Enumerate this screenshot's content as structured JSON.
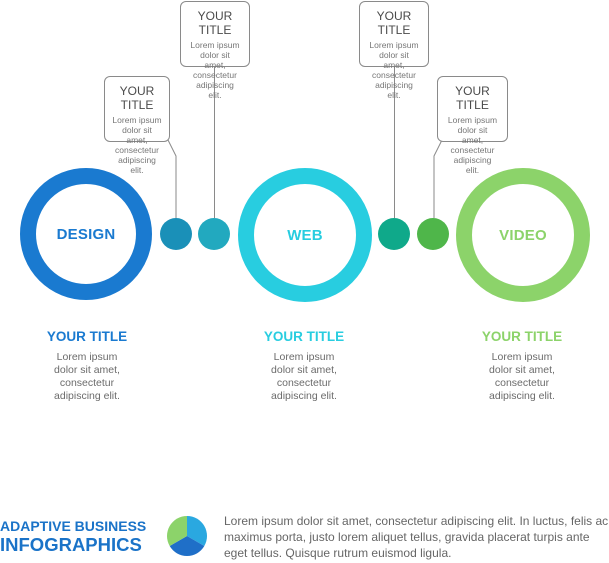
{
  "rings": [
    {
      "label": "DESIGN",
      "color": "#1a7ad0"
    },
    {
      "label": "WEB",
      "color": "#28cde0"
    },
    {
      "label": "VIDEO",
      "color": "#8cd36a"
    }
  ],
  "dot_colors": [
    "#1a90b8",
    "#22a9bf",
    "#0fa98a",
    "#4fb64a"
  ],
  "callouts": [
    {
      "title": "YOUR TITLE",
      "body": "Lorem ipsum dolor sit amet, consectetur adipiscing elit."
    },
    {
      "title": "YOUR TITLE",
      "body": "Lorem ipsum dolor sit amet, consectetur adipiscing elit."
    },
    {
      "title": "YOUR TITLE",
      "body": "Lorem ipsum dolor sit amet, consectetur adipiscing elit."
    },
    {
      "title": "YOUR TITLE",
      "body": "Lorem ipsum dolor sit amet, consectetur adipiscing elit."
    }
  ],
  "bottom_items": [
    {
      "title": "YOUR TITLE",
      "body": "Lorem ipsum dolor sit amet, consectetur adipiscing elit."
    },
    {
      "title": "YOUR TITLE",
      "body": "Lorem ipsum dolor sit amet, consectetur adipiscing elit."
    },
    {
      "title": "YOUR TITLE",
      "body": "Lorem ipsum dolor sit amet, consectetur adipiscing elit."
    }
  ],
  "footer": {
    "title_line1": "ADAPTIVE BUSINESS",
    "title_line2": "INFOGRAPHICS",
    "text": "Lorem ipsum dolor sit amet, consectetur adipiscing elit. In luctus, felis ac maximus porta, justo lorem aliquet tellus, gravida placerat turpis ante eget tellus. Quisque rutrum euismod ligula.",
    "pie_colors": [
      "#2aa8e0",
      "#1f6fc8",
      "#8cd36a"
    ]
  }
}
